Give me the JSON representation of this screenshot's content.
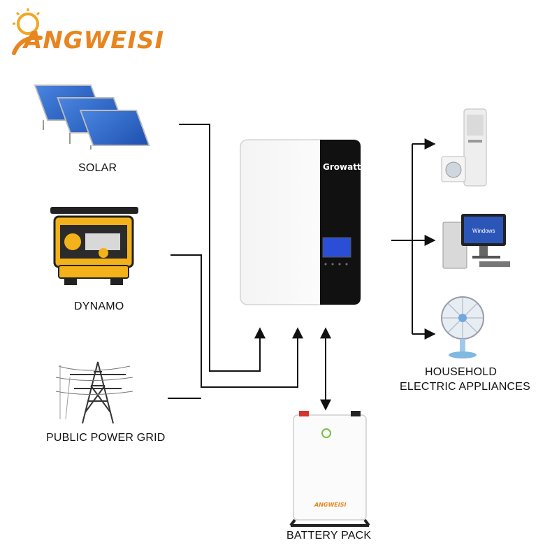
{
  "brand": {
    "logo_text": "ANGWEISI",
    "logo_color": "#e8851e"
  },
  "inverter": {
    "brand_text": "Growatt",
    "body_color": "#ffffff",
    "panel_color": "#111111",
    "screen_color": "#2a4fd6"
  },
  "battery": {
    "brand_text": "ANGWEISI",
    "accent_color": "#7ac143"
  },
  "sources": [
    {
      "label": "SOLAR",
      "icon": "solar-panels-icon"
    },
    {
      "label": "DYNAMO",
      "icon": "generator-icon"
    },
    {
      "label": "PUBLIC POWER GRID",
      "icon": "power-pylon-icon"
    }
  ],
  "loads": {
    "label_line1": "HOUSEHOLD",
    "label_line2": "ELECTRIC APPLIANCES",
    "items": [
      {
        "icon": "air-conditioner-washer-icon"
      },
      {
        "icon": "desktop-computer-icon",
        "screen_text": "Windows"
      },
      {
        "icon": "electric-fan-icon"
      }
    ]
  },
  "storage": {
    "label": "BATTERY PACK"
  },
  "line_color": "#111111"
}
